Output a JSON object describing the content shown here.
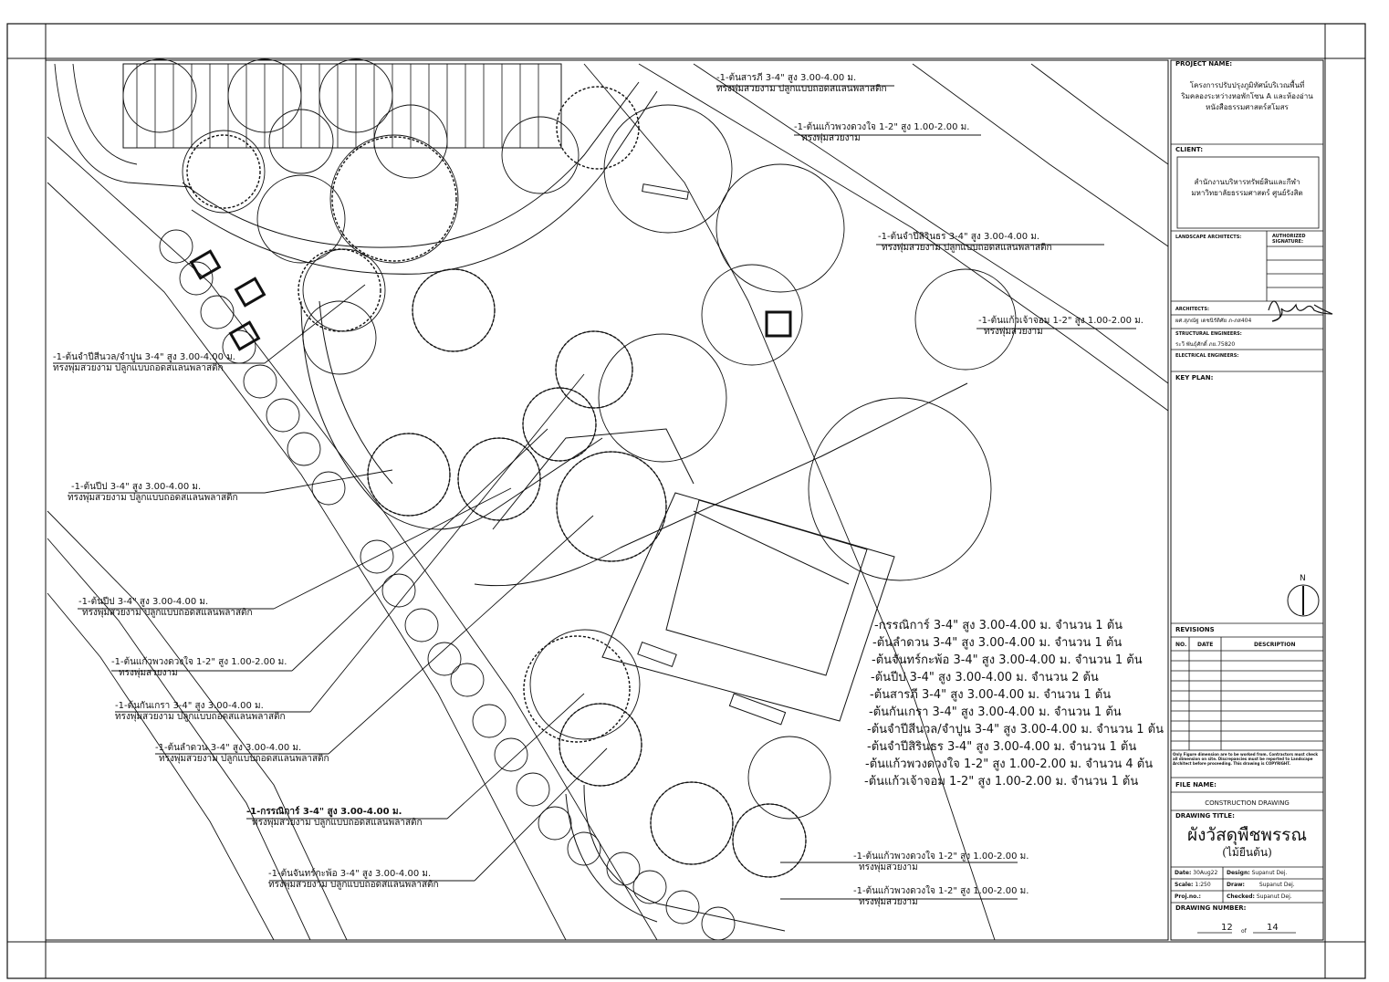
{
  "plant_labels": [
    {
      "name": "-1-ต้นสารภี 3-4\" สูง 3.00-4.00 ม.",
      "desc": "ทรงพุ่มสวยงาม ปลูกแบบถอดสแลนพลาสติก"
    },
    {
      "name": "-1-ต้นแก้วพวงดวงใจ 1-2\" สูง 1.00-2.00 ม.",
      "desc": "ทรงพุ่มสวยงาม"
    },
    {
      "name": "-1-ต้นจำปีสิรินธร 3-4\" สูง 3.00-4.00 ม.",
      "desc": "ทรงพุ่มสวยงาม ปลูกแบบถอดสแลนพลาสติก"
    },
    {
      "name": "-1-ต้นแก้วเจ้าจอม 1-2\" สูง 1.00-2.00 ม.",
      "desc": "ทรงพุ่มสวยงาม"
    },
    {
      "name": "-1-ต้นจำปีสีนวล/จำปูน 3-4\" สูง 3.00-4.00 ม.",
      "desc": "ทรงพุ่มสวยงาม ปลูกแบบถอดสแลนพลาสติก"
    },
    {
      "name": "-1-ต้นปีป 3-4\" สูง 3.00-4.00 ม.",
      "desc": "ทรงพุ่มสวยงาม ปลูกแบบถอดสแลนพลาสติก"
    },
    {
      "name": "-1-ต้นปีป 3-4\" สูง 3.00-4.00 ม.",
      "desc": "ทรงพุ่มสวยงาม ปลูกแบบถอดสแลนพลาสติก"
    },
    {
      "name": "-1-ต้นแก้วพวงดวงใจ 1-2\" สูง 1.00-2.00 ม.",
      "desc": "ทรงพุ่มสวยงาม"
    },
    {
      "name": "-1-ต้นกันเกรา 3-4\" สูง 3.00-4.00 ม.",
      "desc": "ทรงพุ่มสวยงาม ปลูกแบบถอดสแลนพลาสติก"
    },
    {
      "name": "-1-ต้นลำดวน 3-4\" สูง 3.00-4.00 ม.",
      "desc": "ทรงพุ่มสวยงาม ปลูกแบบถอดสแลนพลาสติก"
    },
    {
      "name": "-1-กรรณิการ์ 3-4\" สูง 3.00-4.00 ม.",
      "desc": "ทรงพุ่มสวยงาม ปลูกแบบถอดสแลนพลาสติก"
    },
    {
      "name": "-1-ต้นจันทร์กะพ้อ 3-4\" สูง 3.00-4.00 ม.",
      "desc": "ทรงพุ่มสวยงาม ปลูกแบบถอดสแลนพลาสติก"
    },
    {
      "name": "-1-ต้นแก้วพวงดวงใจ 1-2\" สูง 1.00-2.00 ม.",
      "desc": "ทรงพุ่มสวยงาม"
    },
    {
      "name": "-1-ต้นแก้วพวงดวงใจ 1-2\" สูง 1.00-2.00 ม.",
      "desc": "ทรงพุ่มสวยงาม"
    }
  ],
  "summary": [
    "-กรรณิการ์ 3-4\" สูง 3.00-4.00 ม. จำนวน  1  ต้น",
    "-ต้นลำดวน 3-4\" สูง 3.00-4.00 ม. จำนวน  1  ต้น",
    "-ต้นจันทร์กะพ้อ 3-4\" สูง 3.00-4.00 ม. จำนวน  1  ต้น",
    "-ต้นปีป 3-4\" สูง 3.00-4.00 ม. จำนวน  2  ต้น",
    "-ต้นสารภี 3-4\" สูง 3.00-4.00 ม. จำนวน  1  ต้น",
    "-ต้นกันเกรา 3-4\" สูง 3.00-4.00 ม. จำนวน  1  ต้น",
    "-ต้นจำปีสีนวล/จำปูน 3-4\" สูง 3.00-4.00 ม. จำนวน  1  ต้น",
    "-ต้นจำปีสิรินธร 3-4\" สูง 3.00-4.00 ม. จำนวน  1  ต้น",
    "-ต้นแก้วพวงดวงใจ 1-2\" สูง 1.00-2.00 ม. จำนวน  4  ต้น",
    "-ต้นแก้วเจ้าจอม 1-2\" สูง 1.00-2.00 ม. จำนวน  1  ต้น"
  ],
  "title_block": {
    "project_name_label": "PROJECT NAME:",
    "project_name": [
      "โครงการปรับปรุงภูมิทัศน์บริเวณพื้นที่",
      "ริมคลองระหว่างหอพักโซน A และห้องอ่าน",
      "หนังสือธรรมศาสตร์สโมสร"
    ],
    "client_label": "CLIENT:",
    "client": [
      "สำนักงานบริหารทรัพย์สินและกีฬา",
      "มหาวิทยาลัยธรรมศาสตร์ ศูนย์รังสิต"
    ],
    "landscape_label": "LANDSCAPE ARCHITECTS:",
    "authorized": "AUTHORIZED SIGNATURE:",
    "architects_label": "ARCHITECTS:",
    "architect": "ผศ.สุภณัฐ เดชนิรัติศัย ภ-ภส404",
    "structural_label": "STRUCTURAL ENGINEERS:",
    "structural": "ระวี พันธุ์ศักดิ์ ภย.75820",
    "electrical_label": "ELECTRICAL ENGINEERS:",
    "key_plan_label": "KEY PLAN:",
    "north": "N",
    "revisions_label": "REVISIONS",
    "rev_cols": [
      "NO.",
      "DATE",
      "DESCRIPTION"
    ],
    "note": "Only Figure dimension are to be worked from. Contractors must check all dimension on site. Discrepancies must be reported to Landscape Architect before proceeding. This drawing is COPYRIGHT.",
    "file_name_label": "FILE NAME:",
    "file_name": "CONSTRUCTION DRAWING",
    "drawing_title_label": "DRAWING TITLE:",
    "drawing_title": "ผังวัสดุพืชพรรณ",
    "drawing_subtitle": "(ไม้ยืนต้น)",
    "date_label": "Date:",
    "date": "30Aug22",
    "design_label": "Design:",
    "design": "Supanut Dej.",
    "scale_label": "Scale:",
    "scale": "1:250",
    "draw_label": "Draw:",
    "draw": "Supanut Dej.",
    "proj_label": "Proj.no.:",
    "checked_label": "Checked:",
    "checked": "Supanut Dej.",
    "drawing_number_label": "DRAWING NUMBER:",
    "sheet_no": "12",
    "of": "of",
    "sheet_total": "14"
  }
}
